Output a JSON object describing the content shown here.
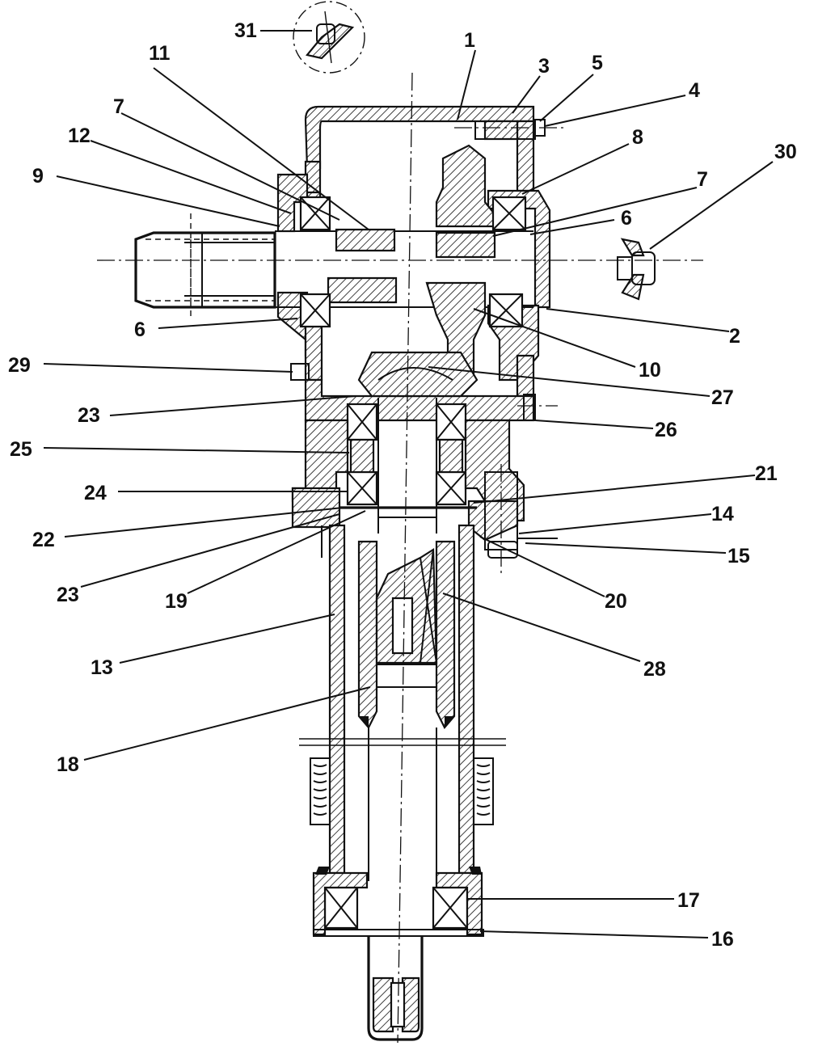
{
  "figure": {
    "callouts": [
      {
        "id": "c1",
        "text": "1"
      },
      {
        "id": "c2",
        "text": "2"
      },
      {
        "id": "c3",
        "text": "3"
      },
      {
        "id": "c4",
        "text": "4"
      },
      {
        "id": "c5",
        "text": "5"
      },
      {
        "id": "c6a",
        "text": "6"
      },
      {
        "id": "c6b",
        "text": "6"
      },
      {
        "id": "c7a",
        "text": "7"
      },
      {
        "id": "c7b",
        "text": "7"
      },
      {
        "id": "c8",
        "text": "8"
      },
      {
        "id": "c9",
        "text": "9"
      },
      {
        "id": "c10",
        "text": "10"
      },
      {
        "id": "c11",
        "text": "11"
      },
      {
        "id": "c12",
        "text": "12"
      },
      {
        "id": "c13",
        "text": "13"
      },
      {
        "id": "c14",
        "text": "14"
      },
      {
        "id": "c15",
        "text": "15"
      },
      {
        "id": "c16",
        "text": "16"
      },
      {
        "id": "c17",
        "text": "17"
      },
      {
        "id": "c18",
        "text": "18"
      },
      {
        "id": "c19",
        "text": "19"
      },
      {
        "id": "c20",
        "text": "20"
      },
      {
        "id": "c21",
        "text": "21"
      },
      {
        "id": "c22",
        "text": "22"
      },
      {
        "id": "c23a",
        "text": "23"
      },
      {
        "id": "c23b",
        "text": "23"
      },
      {
        "id": "c24",
        "text": "24"
      },
      {
        "id": "c25",
        "text": "25"
      },
      {
        "id": "c26",
        "text": "26"
      },
      {
        "id": "c27",
        "text": "27"
      },
      {
        "id": "c28",
        "text": "28"
      },
      {
        "id": "c29",
        "text": "29"
      },
      {
        "id": "c30",
        "text": "30"
      },
      {
        "id": "c31",
        "text": "31"
      }
    ]
  }
}
